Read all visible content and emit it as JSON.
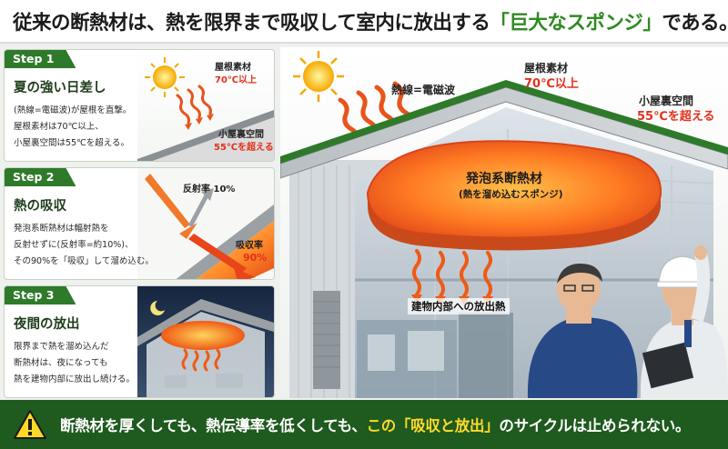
{
  "title": {
    "before": "従来の断熱材は、熱を限界まで吸収して室内に放出する",
    "highlight": "「巨大なスポンジ」",
    "after": "である。"
  },
  "steps": [
    {
      "tag": "Step 1",
      "heading": "夏の強い日差し",
      "body": [
        "(熱線=電磁波)が屋根を直撃。",
        "屋根素材は70℃以上、",
        "小屋裏空間は55℃を超える。"
      ],
      "labels": {
        "roof": "屋根素材",
        "roof_temp": "70℃以上",
        "attic": "小屋裏空間",
        "attic_temp": "55℃を超える"
      }
    },
    {
      "tag": "Step 2",
      "heading": "熱の吸収",
      "body": [
        "発泡系断熱材は輻射熱を",
        "反射せずに(反射率=約10%)、",
        "その90%を「吸収」して溜め込む。"
      ],
      "labels": {
        "reflect": "反射率 10%",
        "absorb": "吸収率",
        "absorb_pct": "90%"
      }
    },
    {
      "tag": "Step 3",
      "heading": "夜間の放出",
      "body": [
        "限界まで熱を溜め込んだ",
        "断熱材は、夜になっても",
        "熱を建物内部に放出し続ける。"
      ]
    }
  ],
  "scene": {
    "heatwave": "熱線=電磁波",
    "roof": "屋根素材",
    "roof_temp": "70℃以上",
    "attic": "小屋裏空間",
    "attic_temp": "55℃を超える",
    "foam_title": "発泡系断熱材",
    "foam_sub": "(熱を溜め込むスポンジ)",
    "release": "建物内部への放出熱"
  },
  "banner": {
    "before": "断熱材を厚くしても、熱伝導率を低くしても、",
    "highlight": "この「吸収と放出」",
    "after": "のサイクルは止められない。"
  },
  "colors": {
    "brand_green": "#2e7a2a",
    "banner_green": "#1f5a1e",
    "heat_red": "#e3311b",
    "highlight_yellow": "#ffd92a"
  }
}
